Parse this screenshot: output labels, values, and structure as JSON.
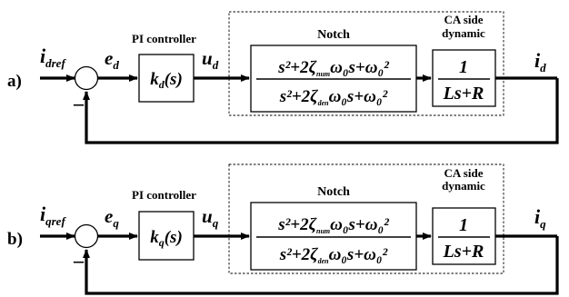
{
  "diagrams": [
    {
      "panel_label": "a)",
      "input": {
        "main": "i",
        "sub": "dref"
      },
      "error": {
        "main": "e",
        "sub": "d"
      },
      "minus": "–",
      "controller_title": "PI controller",
      "controller": {
        "main": "k",
        "sub": "d",
        "arg": "(s)"
      },
      "control": {
        "main": "u",
        "sub": "d"
      },
      "notch_title": "Notch",
      "notch_num": {
        "s2": "s²",
        "plus1": "+2",
        "zeta": "ζ",
        "zsub": "num",
        "w0s": "ω₀s",
        "plus2": "+",
        "w0": "ω₀",
        "sq": "²"
      },
      "notch_den": {
        "s2": "s²",
        "plus1": "+2",
        "zeta": "ζ",
        "zsub": "den",
        "w0s": "ω₀s",
        "plus2": "+",
        "w0": "ω₀",
        "sq": "²"
      },
      "plant_title_1": "CA side",
      "plant_title_2": "dynamic",
      "plant_num": "1",
      "plant_den": "Ls+R",
      "output": {
        "main": "i",
        "sub": "d"
      }
    },
    {
      "panel_label": "b)",
      "input": {
        "main": "i",
        "sub": "qref"
      },
      "error": {
        "main": "e",
        "sub": "q"
      },
      "minus": "–",
      "controller_title": "PI controller",
      "controller": {
        "main": "k",
        "sub": "q",
        "arg": "(s)"
      },
      "control": {
        "main": "u",
        "sub": "q"
      },
      "notch_title": "Notch",
      "notch_num": {
        "s2": "s²",
        "plus1": "+2",
        "zeta": "ζ",
        "zsub": "num",
        "w0s": "ω₀s",
        "plus2": "+",
        "w0": "ω₀",
        "sq": "²"
      },
      "notch_den": {
        "s2": "s²",
        "plus1": "+2",
        "zeta": "ζ",
        "zsub": "den",
        "w0s": "ω₀s",
        "plus2": "+",
        "w0": "ω₀",
        "sq": "²"
      },
      "plant_title_1": "CA side",
      "plant_title_2": "dynamic",
      "plant_num": "1",
      "plant_den": "Ls+R",
      "output": {
        "main": "i",
        "sub": "q"
      }
    }
  ]
}
